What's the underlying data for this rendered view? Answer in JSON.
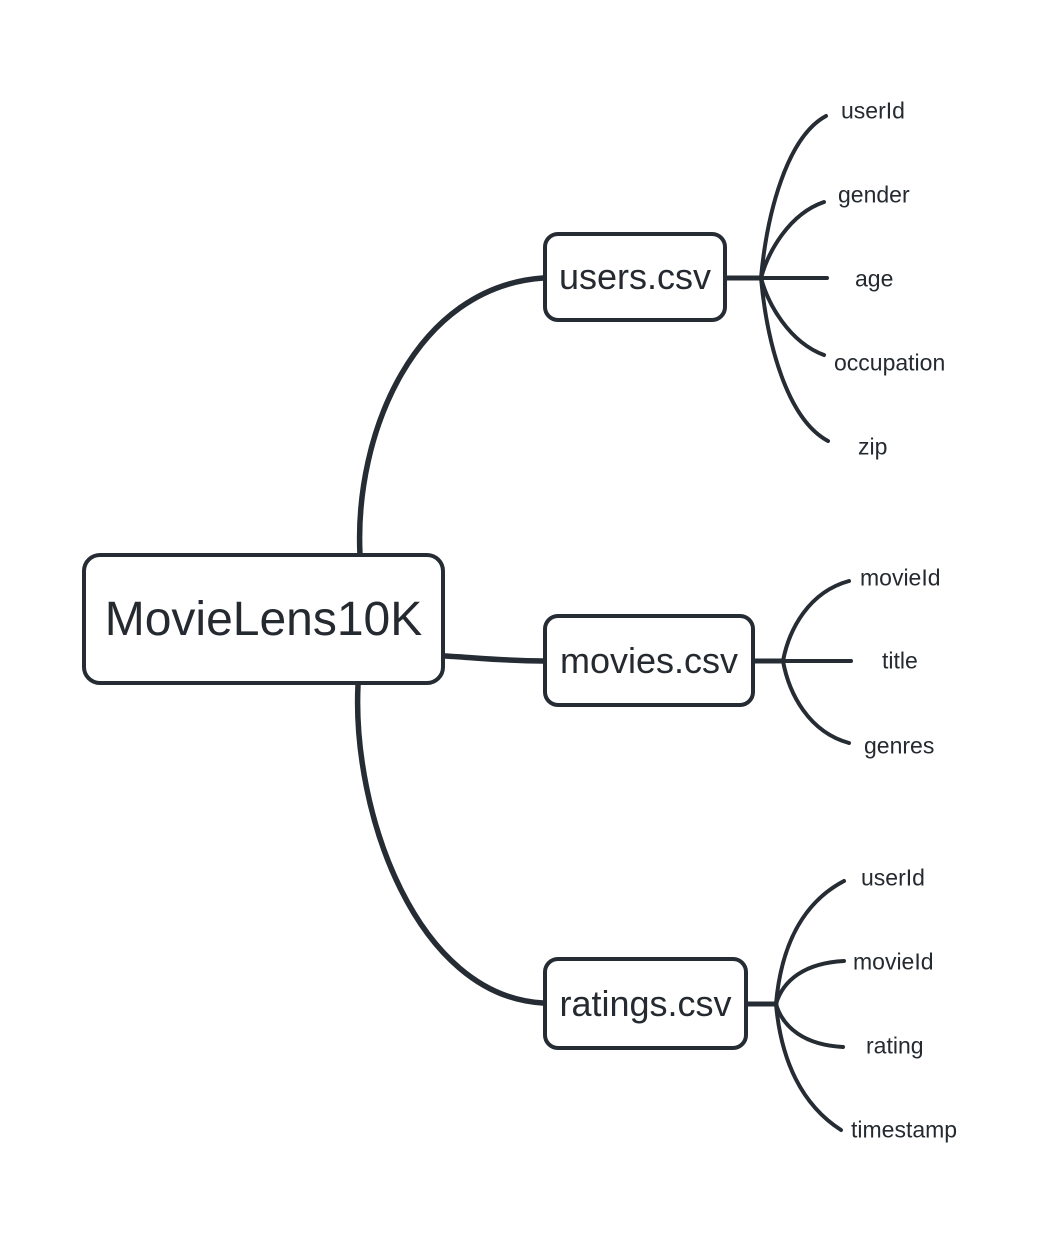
{
  "diagram": {
    "type": "mindmap",
    "dataset_title": "MovieLens10K"
  },
  "root": {
    "label": "MovieLens10K"
  },
  "branches": [
    {
      "label": "users.csv",
      "children": [
        "userId",
        "gender",
        "age",
        "occupation",
        "zip"
      ]
    },
    {
      "label": "movies.csv",
      "children": [
        "movieId",
        "title",
        "genres"
      ]
    },
    {
      "label": "ratings.csv",
      "children": [
        "userId",
        "movieId",
        "rating",
        "timestamp"
      ]
    }
  ],
  "colors": {
    "line": "#262c33",
    "text": "#252a30",
    "node_fill": "#ffffff",
    "background": "#ffffff"
  }
}
